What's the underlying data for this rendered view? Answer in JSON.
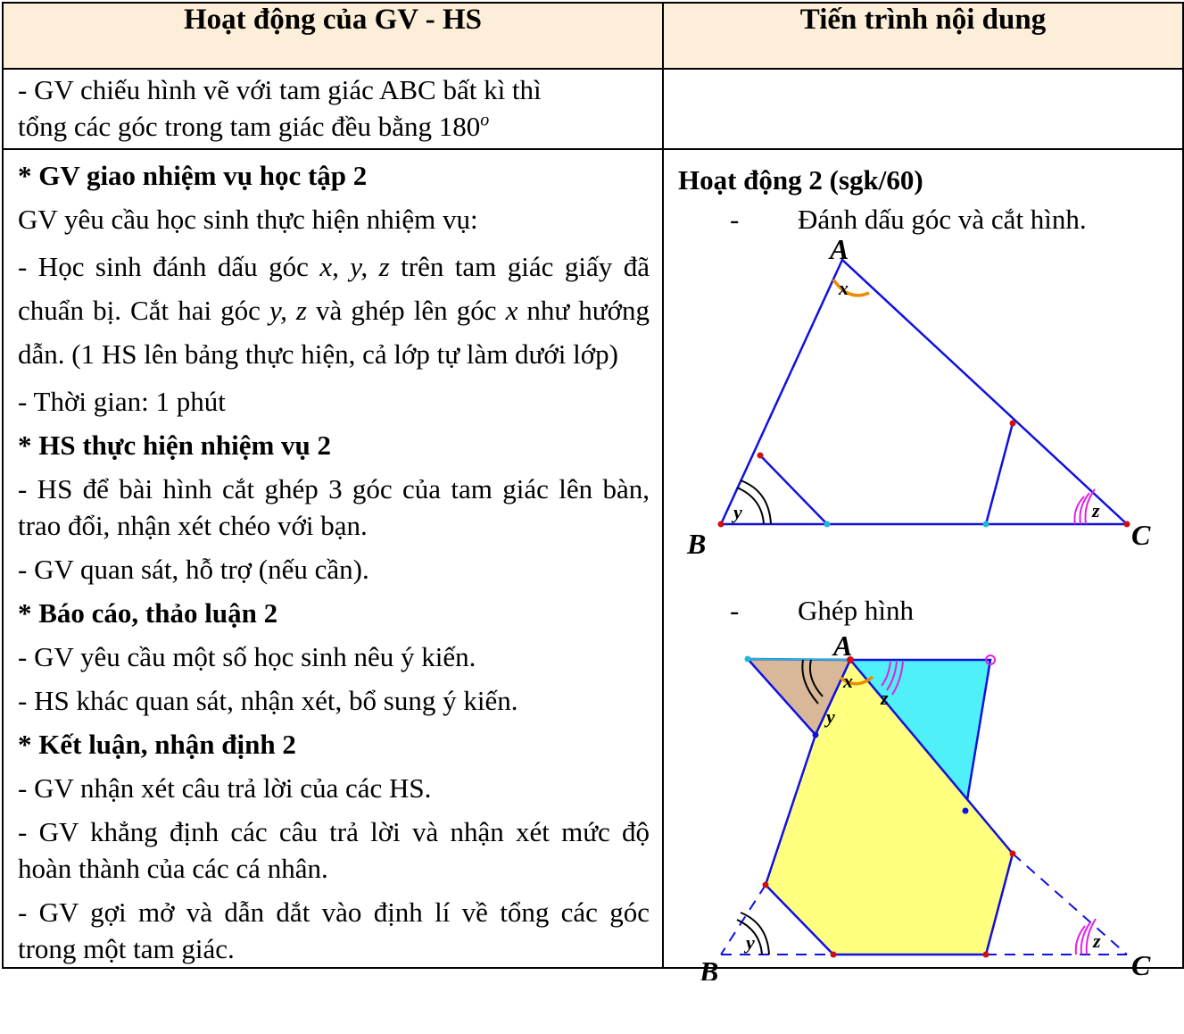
{
  "table": {
    "headers": [
      "Hoạt động của GV - HS",
      "Tiến trình nội dung"
    ],
    "row1": {
      "line1": "- GV chiếu hình vẽ với tam giác ABC bất kì thì",
      "line2": "tổng các góc trong tam giác đều bằng 180",
      "sup": "o"
    },
    "left": {
      "h1": "* GV giao nhiệm vụ học tập 2",
      "p1": "GV yêu cầu học sinh thực hiện nhiệm vụ:",
      "p2a": "- Học sinh đánh dấu góc ",
      "p2m": "x, y, z",
      "p2b": " trên tam giác giấy đã chuẩn bị. Cắt hai góc ",
      "p2m2": "y, z",
      "p2c": " và ghép lên góc ",
      "p2m3": "x",
      "p2d": " như hướng dẫn. (1 HS lên bảng thực hiện, cả lớp tự làm dưới lớp)",
      "p3": "- Thời gian: 1 phút",
      "h2": "* HS thực hiện nhiệm vụ 2",
      "p4": "- HS để bài hình cắt ghép 3 góc của tam giác lên bàn, trao đổi, nhận xét chéo với bạn.",
      "p5": "- GV quan sát, hỗ trợ (nếu cần).",
      "h3": "* Báo cáo, thảo luận 2",
      "p6": "- GV yêu cầu một số học sinh nêu ý kiến.",
      "p7": "- HS khác quan sát, nhận xét, bổ sung ý kiến.",
      "h4": "* Kết luận, nhận định 2",
      "p8": "- GV nhận xét câu trả lời của các HS.",
      "p9": "- GV khẳng định các câu trả lời và nhận xét mức độ hoàn thành của các cá nhân.",
      "p10": "- GV gợi mở và dẫn dắt vào định lí về tổng các góc trong một tam giác."
    },
    "right": {
      "title": "Hoạt động 2 (sgk/60)",
      "bullet_dash": "-",
      "bullet1": "Đánh dấu góc và cắt hình.",
      "bullet2": "Ghép hình"
    }
  },
  "figures": {
    "labels": {
      "A": "A",
      "B": "B",
      "C": "C",
      "x": "x",
      "y": "y",
      "z": "z"
    },
    "colors": {
      "line": "#1010e0",
      "point": "#d01010",
      "point_cyan": "#20b8d8",
      "angle_x": "#f08a00",
      "angle_z": "#e020e0",
      "poly_yellow": "#ffff80",
      "tri_cyan": "#50f0f8",
      "tri_tan": "#d8b898"
    }
  }
}
